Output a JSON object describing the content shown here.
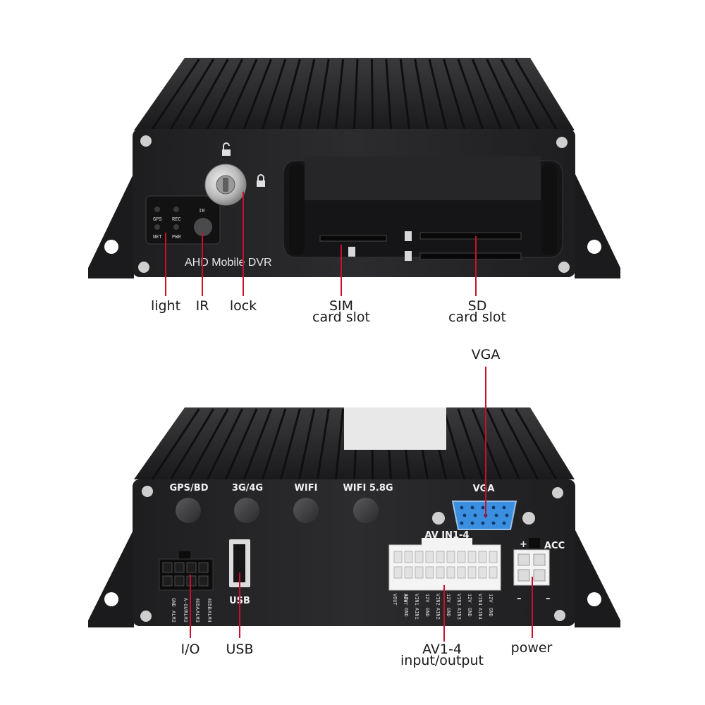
{
  "front": {
    "model_label": "AHD Mobile DVR",
    "indicators": [
      "GPS",
      "REC",
      "NET",
      "PWR"
    ],
    "ir_label": "IR"
  },
  "rear": {
    "ports": [
      "GPS/BD",
      "3G/4G",
      "WIFI",
      "WIFI 5.8G"
    ],
    "vga_label": "VGA",
    "usb_label": "USB",
    "av_label": "AV IN1-4",
    "acc_label": "ACC",
    "plus": "+",
    "minus": "–",
    "io_pins": [
      "485B",
      "485A",
      "A-OUT",
      "GND",
      "ALM4",
      "ALM3",
      "ALM2",
      "ALM2"
    ],
    "av_pins_top": [
      "12V",
      "VIN1",
      "12V",
      "VIN2",
      "12V",
      "VIN3",
      "12V",
      "VIN4",
      "12V"
    ],
    "av_pins_mid": [
      "GND",
      "AIN1",
      "GND",
      "AIN2",
      "GND",
      "AIN3",
      "GND",
      "AIN4",
      "GND"
    ],
    "av_pins_bot": [
      "VOUT",
      "AOUT"
    ]
  },
  "callouts": {
    "light": "light",
    "ir": "IR",
    "lock": "lock",
    "sim_line1": "SIM",
    "sim_line2": "card slot",
    "sd_line1": "SD",
    "sd_line2": "card slot",
    "vga": "VGA",
    "io": "I/O",
    "usb": "USB",
    "av_line1": "AV1-4",
    "av_line2": "input/output",
    "power": "power"
  },
  "colors": {
    "body": "#1c1c1e",
    "fin": "#2c2c2f",
    "face": "#242426",
    "vga_blue": "#3b8fe0",
    "leader_red": "#c8102e",
    "connector_white": "#f4f4f4"
  }
}
